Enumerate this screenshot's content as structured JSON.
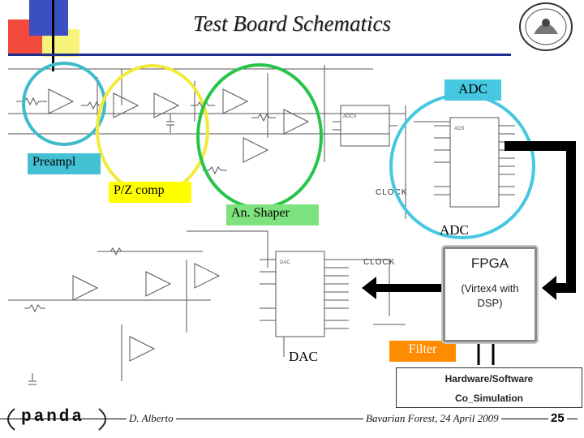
{
  "slide": {
    "title": "Test Board Schematics",
    "labels": {
      "adc_top": "ADC",
      "preampl": "Preampl",
      "pz_comp": "P/Z comp",
      "an_shaper": "An. Shaper",
      "adc_mid": "ADC",
      "dac": "DAC",
      "filter": "Filter",
      "clock_top": "CLOCK",
      "clock_mid": "CLOCK"
    },
    "fpga": {
      "title": "FPGA",
      "subtitle": "(Virtex4 with DSP)"
    },
    "hw_sw": {
      "line1": "Hardware/Software",
      "line2": "Co_Simulation"
    },
    "footer": {
      "logo": "panda",
      "author": "D. Alberto",
      "event": "Bavarian Forest, 24 April 2009",
      "page": "25"
    },
    "colors": {
      "cyan": "#3fbccc",
      "yellow": "#f2ea3a",
      "green": "#27c449",
      "adc_box": "#45c8e0",
      "preampl_box": "#44c0d4",
      "pz_box": "#ffff00",
      "shaper_box": "#7ee27e",
      "filter_box": "#ff8c00",
      "title_line": "#1f2f8f"
    }
  }
}
